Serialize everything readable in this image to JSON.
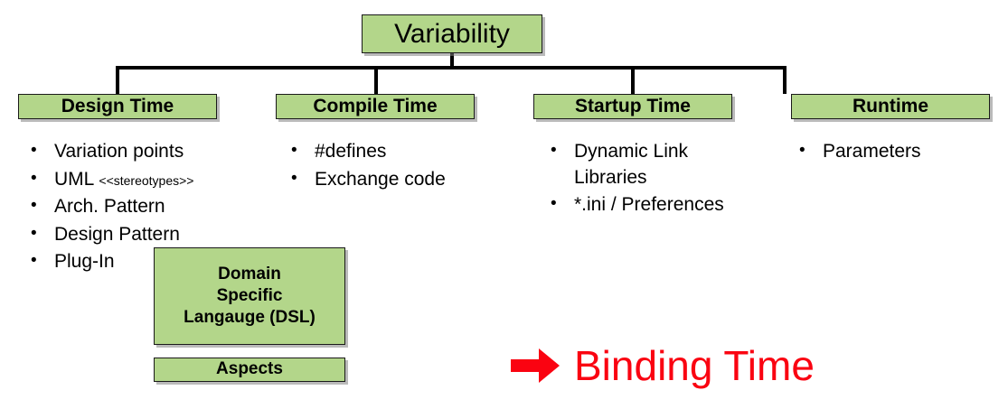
{
  "diagram": {
    "root": {
      "label": "Variability"
    },
    "categories": [
      {
        "id": "design-time",
        "label": "Design Time",
        "items": [
          {
            "text": "Variation points",
            "tag": ""
          },
          {
            "text": "UML ",
            "tag": "<<stereotypes>>"
          },
          {
            "text": "Arch. Pattern",
            "tag": ""
          },
          {
            "text": "Design Pattern",
            "tag": ""
          },
          {
            "text": "Plug-In",
            "tag": ""
          }
        ]
      },
      {
        "id": "compile-time",
        "label": "Compile Time",
        "items": [
          {
            "text": "#defines",
            "tag": ""
          },
          {
            "text": "Exchange code",
            "tag": ""
          }
        ]
      },
      {
        "id": "startup-time",
        "label": "Startup Time",
        "items": [
          {
            "text": "Dynamic Link Libraries",
            "tag": ""
          },
          {
            "text": "*.ini / Preferences",
            "tag": ""
          }
        ]
      },
      {
        "id": "runtime",
        "label": "Runtime",
        "items": [
          {
            "text": "Parameters",
            "tag": ""
          }
        ]
      }
    ],
    "extra_boxes": [
      {
        "id": "dsl",
        "line1": "Domain",
        "line2": "Specific",
        "line3": "Langauge (DSL)"
      },
      {
        "id": "aspects",
        "line1": "Aspects"
      }
    ],
    "callout": {
      "arrow": "right-arrow-icon",
      "label": "Binding Time",
      "color": "#fa0311"
    },
    "bullet_glyph": "•",
    "colors": {
      "box_fill": "#b3d68a",
      "box_border": "#1a1a1a",
      "connector": "#000000",
      "callout_red": "#fa0311",
      "text": "#000000"
    }
  }
}
